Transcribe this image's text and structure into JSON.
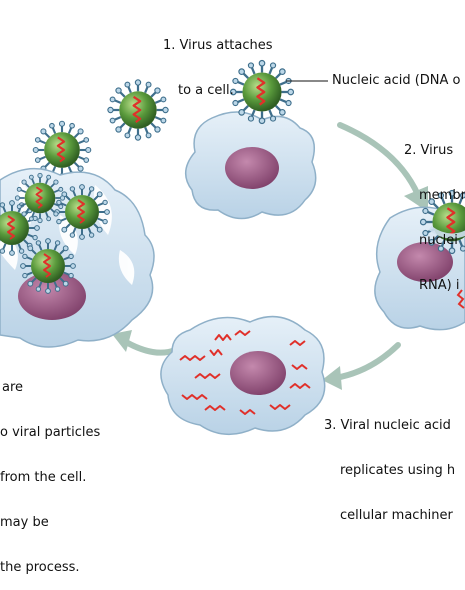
{
  "steps": {
    "step1": {
      "line1": "1. Virus attaches",
      "line2": "to a cell."
    },
    "nucleic_acid_label": "Nucleic acid (DNA o",
    "step2": {
      "line1": "2. Virus",
      "line2": "membr",
      "line3": "nuclei",
      "line4": "RNA) i"
    },
    "step3": {
      "line1": "3. Viral nucleic acid",
      "line2": "replicates using h",
      "line3": "cellular machiner"
    },
    "step4": {
      "line1": "are",
      "line2": "o viral particles",
      "line3": "from the cell.",
      "line4": "may be",
      "line5": "the process."
    }
  },
  "colors": {
    "cell_fill": "#cfe1ef",
    "cell_edge": "#8fb0c8",
    "nucleus": "#9c5a82",
    "virus_body": "#5a9a3c",
    "virus_spike": "#3f6f8c",
    "nucleic_acid": "#e0302a",
    "arrow": "#a9c4b8"
  },
  "icons": [
    "virus-particle-icon",
    "cycle-arrow-icon"
  ]
}
